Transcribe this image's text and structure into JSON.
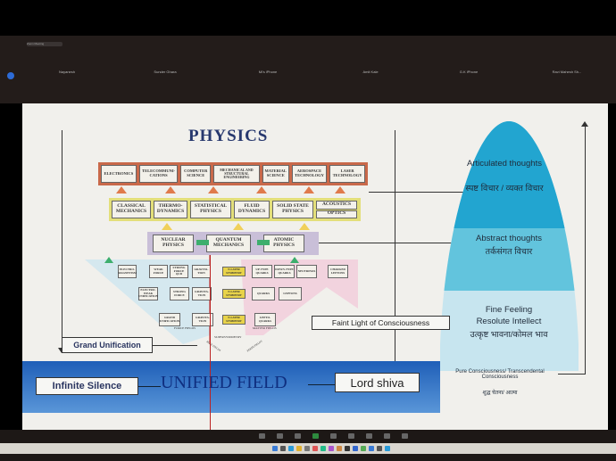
{
  "zoom": {
    "window_title": "Zoom Meeting",
    "participants": [
      "Nayanesh",
      "Sunder Ghara",
      "Mi's iPhone",
      "Amit Kale",
      "G.K iPhone",
      "Ravi Mahesh Sh..."
    ]
  },
  "slide": {
    "title": "PHYSICS",
    "applications": [
      "ELECTRONICS",
      "TELECOMMUNI-CATIONS",
      "COMPUTER SCIENCE",
      "MECHANICAL AND STRUCTURAL ENGINEERING",
      "MATERIAL SCIENCE",
      "AEROSPACE TECHNOLOGY",
      "LASER TECHNOLOGY"
    ],
    "branches": [
      "CLASSICAL MECHANICS",
      "THERMO-DYNAMICS",
      "STATISTICAL PHYSICS",
      "FLUID DYNAMICS",
      "SOLID STATE PHYSICS"
    ],
    "branches_stack": [
      "ACOUSTICS",
      "OPTICS"
    ],
    "core": [
      "NUCLEAR PHYSICS",
      "QUANTUM MECHANICS",
      "ATOMIC PHYSICS"
    ],
    "force_row1": [
      "ELECTRO-MAGNETISM",
      "WEAK FORCE",
      "STRONG FORCE QCD",
      "GRAVITA-TION"
    ],
    "force_row2": [
      "ELECTRO-WEAK UNIFICATION",
      "STRONG FORCE",
      "GRAVITA-TION"
    ],
    "force_row3": [
      "GRAND UNIFICATION",
      "GRAVITA-TION"
    ],
    "susy": [
      "N-LAYER SYMMETRY",
      "N-LAYER SYMMETRY",
      "N-LAYER SYMMETRY"
    ],
    "matter_row1": [
      "UP-TYPE QUARKS",
      "DOWN-TYPE QUARKS",
      "NEUTRINOS",
      "CHARGED LEPTONS"
    ],
    "matter_row2": [
      "QUARKS",
      "LEPTONS"
    ],
    "matter_row3": [
      "LEPTO-QUARKS"
    ],
    "force_fields": "FORCE FIELDS",
    "matter_fields": "MATTER FIELDS",
    "supersymmetry": "SUPERSYMMETRY",
    "bose_fields": "BOSE FIELDS",
    "fermi_fields": "FERMI FIELDS",
    "grand_unification": "Grand Unification",
    "unified_field": "UNIFIED FIELD",
    "infinite_silence": "Infinite Silence",
    "lord_shiva": "Lord shiva",
    "faint_light": "Faint Light of Consciousness",
    "articulated_en": "Articulated thoughts",
    "articulated_hi": "स्पष्ट विचार / व्यक्त विचार",
    "abstract_en": "Abstract thoughts",
    "abstract_hi": "तर्कसंगत विचार",
    "fine_feeling": "Fine Feeling",
    "resolute": "Resolute Intellect",
    "fine_hi": "उत्कृष्ट भावना/कोमल भाव",
    "pure_en": "Pure Consciousness/ Transcendental Consciousness",
    "pure_hi": "शुद्ध चेतना/ आत्मा"
  },
  "colors": {
    "orange": "#c9694a",
    "yellow": "#e3df7a",
    "purple": "#c9bfd8",
    "blue_band": "#2e6fc4",
    "dome_dark": "#25a8d2",
    "dome_mid": "#5dc3de",
    "dome_light": "#bfe3ef"
  }
}
